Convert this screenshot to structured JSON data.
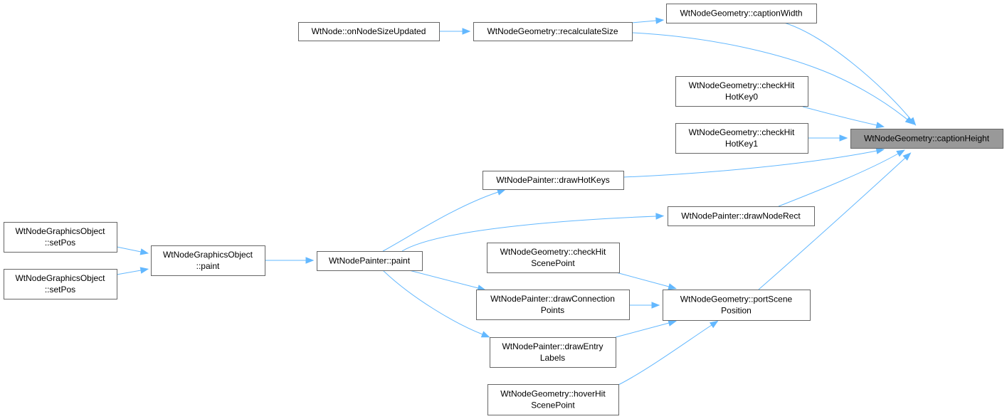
{
  "graph": {
    "colors": {
      "edge": "#63b8ff",
      "node_border": "#666666",
      "node_fill": "#ffffff",
      "focus_fill": "#999999",
      "text": "#000000"
    },
    "nodes": {
      "caption_height": {
        "lines": [
          "WtNodeGeometry::captionHeight"
        ]
      },
      "caption_width": {
        "lines": [
          "WtNodeGeometry::captionWidth"
        ]
      },
      "recalculate_size": {
        "lines": [
          "WtNodeGeometry::recalculateSize"
        ]
      },
      "on_node_size_updated": {
        "lines": [
          "WtNode::onNodeSizeUpdated"
        ]
      },
      "check_hit_hotkey0": {
        "lines": [
          "WtNodeGeometry::checkHit",
          "HotKey0"
        ]
      },
      "check_hit_hotkey1": {
        "lines": [
          "WtNodeGeometry::checkHit",
          "HotKey1"
        ]
      },
      "draw_hotkeys": {
        "lines": [
          "WtNodePainter::drawHotKeys"
        ]
      },
      "draw_node_rect": {
        "lines": [
          "WtNodePainter::drawNodeRect"
        ]
      },
      "paint_painter": {
        "lines": [
          "WtNodePainter::paint"
        ]
      },
      "paint_graphics": {
        "lines": [
          "WtNodeGraphicsObject",
          "::paint"
        ]
      },
      "set_pos_1": {
        "lines": [
          "WtNodeGraphicsObject",
          "::setPos"
        ]
      },
      "set_pos_2": {
        "lines": [
          "WtNodeGraphicsObject",
          "::setPos"
        ]
      },
      "check_hit_scene_point": {
        "lines": [
          "WtNodeGeometry::checkHit",
          "ScenePoint"
        ]
      },
      "draw_connection_points": {
        "lines": [
          "WtNodePainter::drawConnection",
          "Points"
        ]
      },
      "draw_entry_labels": {
        "lines": [
          "WtNodePainter::drawEntry",
          "Labels"
        ]
      },
      "hover_hit_scene_point": {
        "lines": [
          "WtNodeGeometry::hoverHit",
          "ScenePoint"
        ]
      },
      "port_scene_position": {
        "lines": [
          "WtNodeGeometry::portScene",
          "Position"
        ]
      }
    },
    "edges": [
      {
        "from": "caption_width",
        "to": "caption_height"
      },
      {
        "from": "recalculate_size",
        "to": "caption_height"
      },
      {
        "from": "check_hit_hotkey0",
        "to": "caption_height"
      },
      {
        "from": "check_hit_hotkey1",
        "to": "caption_height"
      },
      {
        "from": "draw_hotkeys",
        "to": "caption_height"
      },
      {
        "from": "draw_node_rect",
        "to": "caption_height"
      },
      {
        "from": "port_scene_position",
        "to": "caption_height"
      },
      {
        "from": "recalculate_size",
        "to": "caption_width"
      },
      {
        "from": "on_node_size_updated",
        "to": "recalculate_size"
      },
      {
        "from": "paint_painter",
        "to": "draw_hotkeys"
      },
      {
        "from": "paint_painter",
        "to": "draw_node_rect"
      },
      {
        "from": "paint_graphics",
        "to": "paint_painter"
      },
      {
        "from": "set_pos_1",
        "to": "paint_graphics"
      },
      {
        "from": "set_pos_2",
        "to": "paint_graphics"
      },
      {
        "from": "paint_painter",
        "to": "draw_connection_points"
      },
      {
        "from": "paint_painter",
        "to": "draw_entry_labels"
      },
      {
        "from": "check_hit_scene_point",
        "to": "port_scene_position"
      },
      {
        "from": "draw_connection_points",
        "to": "port_scene_position"
      },
      {
        "from": "draw_entry_labels",
        "to": "port_scene_position"
      },
      {
        "from": "hover_hit_scene_point",
        "to": "port_scene_position"
      }
    ]
  }
}
